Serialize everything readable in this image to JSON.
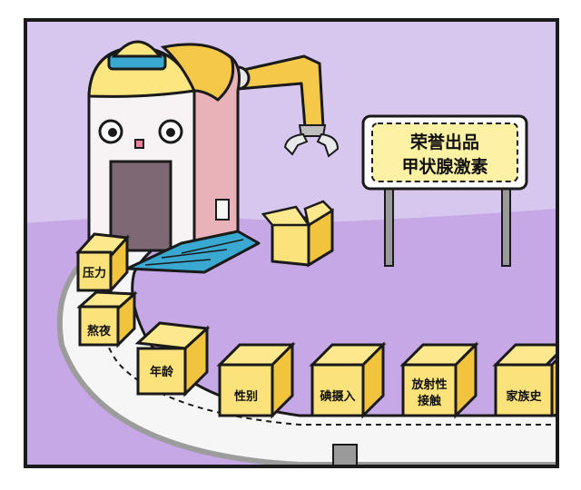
{
  "colors": {
    "wall": "#d7c6ee",
    "floor": "#c6a8e6",
    "outline": "#1a1a1a",
    "box": "#fbe27a",
    "box_side": "#f2c33d",
    "sign": "#fdf1a3",
    "robot_front": "#f7f3f5",
    "robot_side": "#e8b2b8",
    "dome": "#fbe680",
    "hat_band": "#3aa9d2",
    "arm": "#f5c84a",
    "belt": "#f6f6f6",
    "step": "#3aa9d2"
  },
  "sign": {
    "line1": "荣誉出品",
    "line2": "甲状腺激素"
  },
  "boxes": [
    {
      "label": "压力"
    },
    {
      "label": "熬夜"
    },
    {
      "label": "年龄"
    },
    {
      "label": "性别"
    },
    {
      "label": "碘摄入"
    },
    {
      "label": "放射性",
      "label2": "接触"
    },
    {
      "label": "家族史"
    }
  ]
}
